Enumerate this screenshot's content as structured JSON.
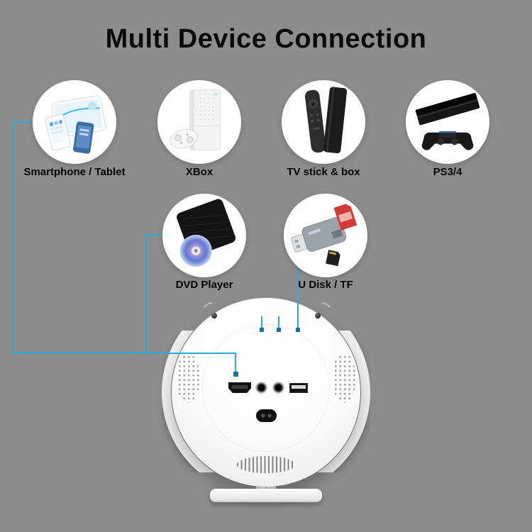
{
  "page": {
    "title": "Multi Device Connection",
    "background_color": "#8d8d8d",
    "accent_color": "#29abe2",
    "title_color": "#0a0a0a"
  },
  "devices": [
    {
      "label": "Smartphone / Tablet",
      "icon": "smartphone-tablet-icon"
    },
    {
      "label": "XBox",
      "icon": "xbox-console-icon"
    },
    {
      "label": "TV stick & box",
      "icon": "tv-stick-box-icon"
    },
    {
      "label": "PS3/4",
      "icon": "ps4-console-icon"
    },
    {
      "label": "DVD Player",
      "icon": "dvd-player-icon"
    },
    {
      "label": "U Disk / TF",
      "icon": "usb-disk-card-reader-icon"
    }
  ],
  "projector": {
    "name": "projector-rear-view",
    "ports": [
      "hdmi-port",
      "av-jack-port",
      "av-jack-port",
      "usb-port",
      "power-inlet"
    ],
    "features": [
      "screw-left",
      "screw-right",
      "speaker-grille-left",
      "speaker-grille-right",
      "cooling-vents",
      "stand-ring",
      "stand-post",
      "stand-base"
    ]
  }
}
